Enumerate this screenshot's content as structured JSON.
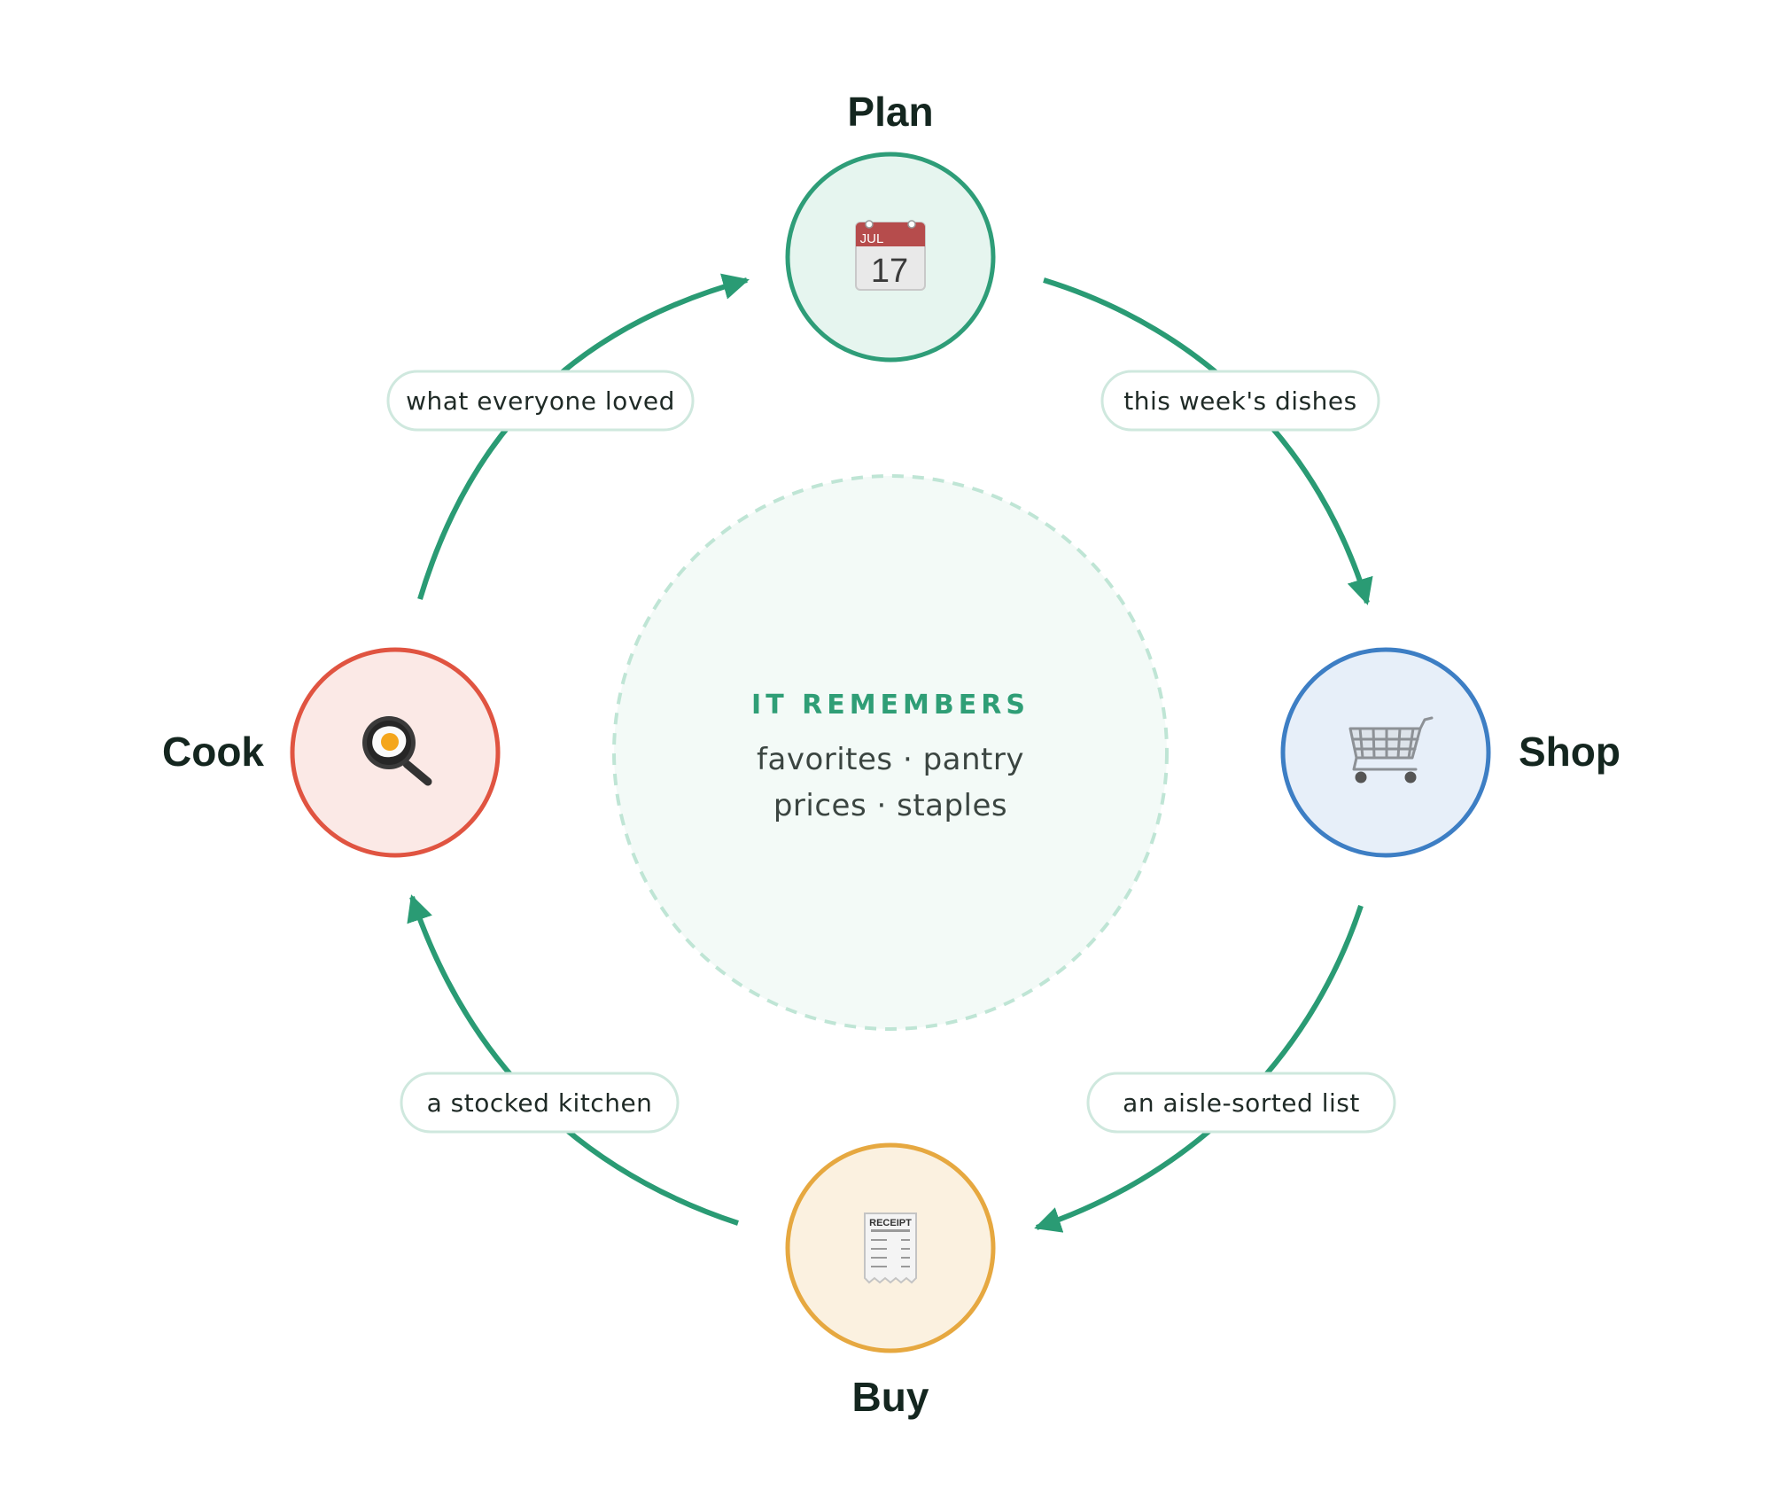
{
  "center": {
    "heading": "IT REMEMBERS",
    "line1": "favorites · pantry",
    "line2": "prices · staples"
  },
  "stages": {
    "plan": {
      "title": "Plan",
      "icon": "calendar-icon",
      "icon_month": "JUL",
      "icon_day": "17",
      "color": "#2e9d78",
      "fill": "#e6f5ef"
    },
    "shop": {
      "title": "Shop",
      "icon": "shopping-cart-icon",
      "color": "#3d7ec4",
      "fill": "#e7eff9"
    },
    "buy": {
      "title": "Buy",
      "icon": "receipt-icon",
      "icon_label": "RECEIPT",
      "color": "#e6a840",
      "fill": "#fbf1e0"
    },
    "cook": {
      "title": "Cook",
      "icon": "frying-pan-egg-icon",
      "color": "#e05441",
      "fill": "#fbe9e6"
    }
  },
  "flows": {
    "plan_to_shop": "this week's dishes",
    "shop_to_buy": "an aisle-sorted list",
    "buy_to_cook": "a stocked kitchen",
    "cook_to_plan": "what everyone loved"
  },
  "colors": {
    "arrow": "#2a9b74",
    "pill_border": "#cfe8de",
    "center_border": "#bfe5d5",
    "center_fill": "#f3faf7",
    "center_heading": "#2f9e76"
  }
}
